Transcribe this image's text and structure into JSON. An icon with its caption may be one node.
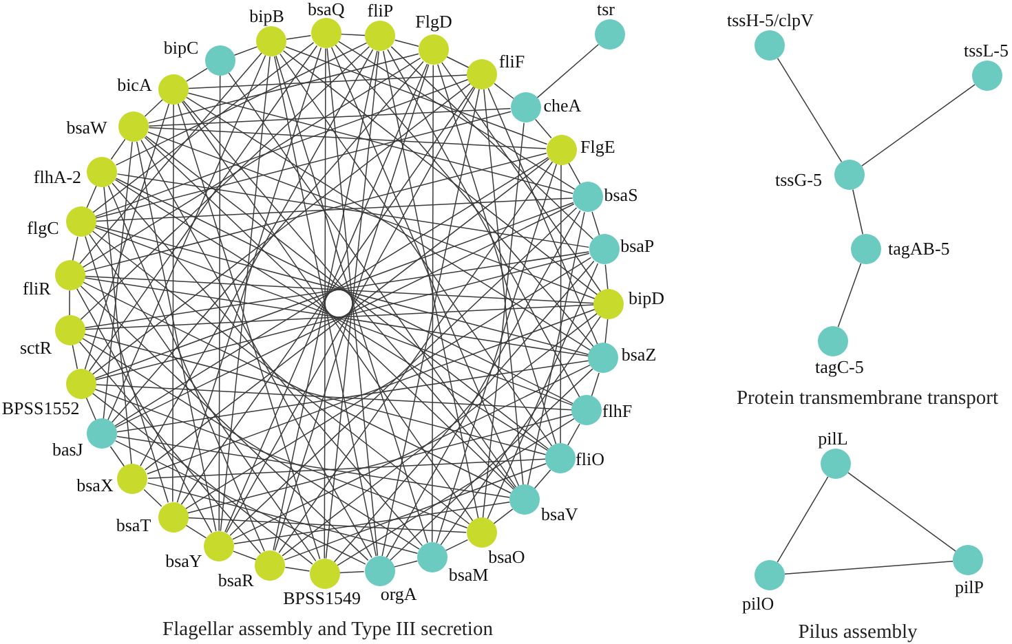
{
  "diagram": {
    "nodes": [
      {
        "text": [
          "bipC"
        ]
      },
      {
        "text": [
          "bipB"
        ]
      },
      {
        "text": [
          "bsaQ"
        ]
      },
      {
        "text": [
          "fliP"
        ]
      },
      {
        "text": [
          "FlgD"
        ]
      },
      {
        "text": [
          "fliF"
        ]
      },
      {
        "text": [
          "cheA"
        ]
      },
      {
        "text": [
          "FlgE"
        ]
      },
      {
        "text": [
          "bsaS"
        ]
      },
      {
        "text": [
          "bsaP"
        ]
      },
      {
        "text": [
          "bipD"
        ]
      },
      {
        "text": [
          "bsaZ"
        ]
      },
      {
        "text": [
          "flhF"
        ]
      },
      {
        "text": [
          "fliO"
        ]
      },
      {
        "text": [
          "bsaV"
        ]
      },
      {
        "text": [
          "bsaO"
        ]
      },
      {
        "text": [
          "bsaM"
        ]
      },
      {
        "text": [
          "orgA"
        ]
      },
      {
        "text": [
          "BPSS1549"
        ]
      },
      {
        "text": [
          "bsaR"
        ]
      },
      {
        "text": [
          "bsaY"
        ]
      },
      {
        "text": [
          "bsaT"
        ]
      },
      {
        "text": [
          "bsaX"
        ]
      },
      {
        "text": [
          "basJ"
        ]
      },
      {
        "text": [
          "BPSS1552"
        ]
      },
      {
        "text": [
          "sctR"
        ]
      },
      {
        "text": [
          "fliR"
        ]
      },
      {
        "text": [
          "flgC"
        ]
      },
      {
        "text": [
          "flhA-2"
        ]
      },
      {
        "text": [
          "bsaW"
        ]
      },
      {
        "text": [
          "bicA"
        ]
      },
      {
        "text": [
          "tsr"
        ]
      },
      {
        "text": [
          "tssH-5/clpV"
        ]
      },
      {
        "text": [
          "tssL-5"
        ]
      },
      {
        "text": [
          "tssG-5"
        ]
      },
      {
        "text": [
          "tagAB-5"
        ]
      },
      {
        "text": [
          "tagC-5"
        ]
      },
      {
        "text": [
          "pilL"
        ]
      },
      {
        "text": [
          "pilO"
        ]
      },
      {
        "text": [
          "pilP"
        ]
      }
    ],
    "edges": [
      {
        "from": 1,
        "to": 2,
        "arrow": "none"
      },
      {
        "from": 1,
        "to": 7,
        "arrow": "none"
      },
      {
        "from": 1,
        "to": 10,
        "arrow": "none"
      },
      {
        "from": 1,
        "to": 13,
        "arrow": "none"
      },
      {
        "from": 1,
        "to": 16,
        "arrow": "none"
      },
      {
        "from": 2,
        "to": 3,
        "arrow": "none"
      },
      {
        "from": 2,
        "to": 8,
        "arrow": "none"
      },
      {
        "from": 2,
        "to": 11,
        "arrow": "none"
      },
      {
        "from": 2,
        "to": 14,
        "arrow": "none"
      },
      {
        "from": 2,
        "to": 17,
        "arrow": "none"
      },
      {
        "from": 3,
        "to": 4,
        "arrow": "none"
      },
      {
        "from": 3,
        "to": 9,
        "arrow": "none"
      },
      {
        "from": 3,
        "to": 12,
        "arrow": "none"
      },
      {
        "from": 3,
        "to": 15,
        "arrow": "none"
      },
      {
        "from": 3,
        "to": 18,
        "arrow": "none"
      },
      {
        "from": 4,
        "to": 5,
        "arrow": "none"
      },
      {
        "from": 4,
        "to": 10,
        "arrow": "none"
      },
      {
        "from": 4,
        "to": 13,
        "arrow": "none"
      },
      {
        "from": 4,
        "to": 16,
        "arrow": "none"
      },
      {
        "from": 4,
        "to": 19,
        "arrow": "none"
      },
      {
        "from": 5,
        "to": 11,
        "arrow": "none"
      },
      {
        "from": 5,
        "to": 14,
        "arrow": "none"
      },
      {
        "from": 5,
        "to": 17,
        "arrow": "none"
      },
      {
        "from": 5,
        "to": 20,
        "arrow": "none"
      },
      {
        "from": 7,
        "to": 8,
        "arrow": "none"
      },
      {
        "from": 7,
        "to": 13,
        "arrow": "none"
      },
      {
        "from": 7,
        "to": 16,
        "arrow": "none"
      },
      {
        "from": 7,
        "to": 19,
        "arrow": "none"
      },
      {
        "from": 7,
        "to": 22,
        "arrow": "none"
      },
      {
        "from": 8,
        "to": 9,
        "arrow": "none"
      },
      {
        "from": 8,
        "to": 14,
        "arrow": "none"
      },
      {
        "from": 8,
        "to": 17,
        "arrow": "none"
      },
      {
        "from": 8,
        "to": 20,
        "arrow": "none"
      },
      {
        "from": 8,
        "to": 23,
        "arrow": "none"
      },
      {
        "from": 9,
        "to": 10,
        "arrow": "none"
      },
      {
        "from": 9,
        "to": 15,
        "arrow": "none"
      },
      {
        "from": 9,
        "to": 18,
        "arrow": "none"
      },
      {
        "from": 9,
        "to": 21,
        "arrow": "none"
      },
      {
        "from": 9,
        "to": 24,
        "arrow": "none"
      },
      {
        "from": 10,
        "to": 11,
        "arrow": "none"
      },
      {
        "from": 10,
        "to": 16,
        "arrow": "none"
      },
      {
        "from": 10,
        "to": 19,
        "arrow": "none"
      },
      {
        "from": 10,
        "to": 22,
        "arrow": "none"
      },
      {
        "from": 10,
        "to": 25,
        "arrow": "none"
      },
      {
        "from": 11,
        "to": 12,
        "arrow": "none"
      },
      {
        "from": 11,
        "to": 17,
        "arrow": "none"
      },
      {
        "from": 11,
        "to": 20,
        "arrow": "none"
      },
      {
        "from": 11,
        "to": 23,
        "arrow": "none"
      },
      {
        "from": 11,
        "to": 26,
        "arrow": "none"
      },
      {
        "from": 12,
        "to": 13,
        "arrow": "none"
      },
      {
        "from": 12,
        "to": 18,
        "arrow": "none"
      },
      {
        "from": 12,
        "to": 21,
        "arrow": "none"
      },
      {
        "from": 12,
        "to": 24,
        "arrow": "none"
      },
      {
        "from": 12,
        "to": 27,
        "arrow": "none"
      },
      {
        "from": 13,
        "to": 14,
        "arrow": "none"
      },
      {
        "from": 13,
        "to": 19,
        "arrow": "none"
      },
      {
        "from": 13,
        "to": 22,
        "arrow": "none"
      },
      {
        "from": 13,
        "to": 25,
        "arrow": "none"
      },
      {
        "from": 13,
        "to": 28,
        "arrow": "none"
      },
      {
        "from": 14,
        "to": 15,
        "arrow": "none"
      },
      {
        "from": 14,
        "to": 20,
        "arrow": "none"
      },
      {
        "from": 14,
        "to": 23,
        "arrow": "none"
      },
      {
        "from": 14,
        "to": 26,
        "arrow": "none"
      },
      {
        "from": 14,
        "to": 29,
        "arrow": "none"
      },
      {
        "from": 15,
        "to": 16,
        "arrow": "none"
      },
      {
        "from": 15,
        "to": 21,
        "arrow": "none"
      },
      {
        "from": 15,
        "to": 24,
        "arrow": "none"
      },
      {
        "from": 15,
        "to": 27,
        "arrow": "none"
      },
      {
        "from": 15,
        "to": 30,
        "arrow": "none"
      },
      {
        "from": 16,
        "to": 17,
        "arrow": "none"
      },
      {
        "from": 16,
        "to": 22,
        "arrow": "none"
      },
      {
        "from": 16,
        "to": 25,
        "arrow": "none"
      },
      {
        "from": 16,
        "to": 28,
        "arrow": "none"
      },
      {
        "from": 17,
        "to": 18,
        "arrow": "none"
      },
      {
        "from": 17,
        "to": 23,
        "arrow": "none"
      },
      {
        "from": 17,
        "to": 26,
        "arrow": "none"
      },
      {
        "from": 17,
        "to": 29,
        "arrow": "none"
      },
      {
        "from": 17,
        "to": 1,
        "arrow": "none"
      },
      {
        "from": 18,
        "to": 19,
        "arrow": "none"
      },
      {
        "from": 18,
        "to": 24,
        "arrow": "none"
      },
      {
        "from": 18,
        "to": 27,
        "arrow": "none"
      },
      {
        "from": 18,
        "to": 30,
        "arrow": "none"
      },
      {
        "from": 18,
        "to": 2,
        "arrow": "none"
      },
      {
        "from": 19,
        "to": 20,
        "arrow": "none"
      },
      {
        "from": 19,
        "to": 25,
        "arrow": "none"
      },
      {
        "from": 19,
        "to": 28,
        "arrow": "none"
      },
      {
        "from": 19,
        "to": 3,
        "arrow": "none"
      },
      {
        "from": 20,
        "to": 21,
        "arrow": "none"
      },
      {
        "from": 20,
        "to": 26,
        "arrow": "none"
      },
      {
        "from": 20,
        "to": 29,
        "arrow": "none"
      },
      {
        "from": 20,
        "to": 1,
        "arrow": "none"
      },
      {
        "from": 20,
        "to": 4,
        "arrow": "none"
      },
      {
        "from": 21,
        "to": 22,
        "arrow": "none"
      },
      {
        "from": 21,
        "to": 27,
        "arrow": "none"
      },
      {
        "from": 21,
        "to": 30,
        "arrow": "none"
      },
      {
        "from": 21,
        "to": 2,
        "arrow": "none"
      },
      {
        "from": 21,
        "to": 5,
        "arrow": "none"
      },
      {
        "from": 22,
        "to": 23,
        "arrow": "none"
      },
      {
        "from": 22,
        "to": 28,
        "arrow": "none"
      },
      {
        "from": 22,
        "to": 3,
        "arrow": "none"
      },
      {
        "from": 23,
        "to": 24,
        "arrow": "none"
      },
      {
        "from": 23,
        "to": 29,
        "arrow": "none"
      },
      {
        "from": 23,
        "to": 1,
        "arrow": "none"
      },
      {
        "from": 23,
        "to": 4,
        "arrow": "none"
      },
      {
        "from": 23,
        "to": 7,
        "arrow": "none"
      },
      {
        "from": 24,
        "to": 25,
        "arrow": "none"
      },
      {
        "from": 24,
        "to": 30,
        "arrow": "none"
      },
      {
        "from": 24,
        "to": 2,
        "arrow": "none"
      },
      {
        "from": 24,
        "to": 5,
        "arrow": "none"
      },
      {
        "from": 24,
        "to": 8,
        "arrow": "none"
      },
      {
        "from": 25,
        "to": 26,
        "arrow": "none"
      },
      {
        "from": 25,
        "to": 3,
        "arrow": "none"
      },
      {
        "from": 25,
        "to": 9,
        "arrow": "none"
      },
      {
        "from": 26,
        "to": 27,
        "arrow": "none"
      },
      {
        "from": 26,
        "to": 1,
        "arrow": "none"
      },
      {
        "from": 26,
        "to": 4,
        "arrow": "none"
      },
      {
        "from": 26,
        "to": 7,
        "arrow": "none"
      },
      {
        "from": 26,
        "to": 10,
        "arrow": "none"
      },
      {
        "from": 27,
        "to": 28,
        "arrow": "none"
      },
      {
        "from": 27,
        "to": 2,
        "arrow": "none"
      },
      {
        "from": 27,
        "to": 5,
        "arrow": "none"
      },
      {
        "from": 27,
        "to": 8,
        "arrow": "none"
      },
      {
        "from": 27,
        "to": 11,
        "arrow": "none"
      },
      {
        "from": 28,
        "to": 29,
        "arrow": "none"
      },
      {
        "from": 28,
        "to": 3,
        "arrow": "none"
      },
      {
        "from": 28,
        "to": 9,
        "arrow": "none"
      },
      {
        "from": 28,
        "to": 12,
        "arrow": "none"
      },
      {
        "from": 29,
        "to": 30,
        "arrow": "none"
      },
      {
        "from": 29,
        "to": 4,
        "arrow": "none"
      },
      {
        "from": 29,
        "to": 7,
        "arrow": "none"
      },
      {
        "from": 29,
        "to": 10,
        "arrow": "none"
      },
      {
        "from": 29,
        "to": 13,
        "arrow": "none"
      },
      {
        "from": 30,
        "to": 5,
        "arrow": "none"
      },
      {
        "from": 30,
        "to": 8,
        "arrow": "none"
      },
      {
        "from": 30,
        "to": 11,
        "arrow": "none"
      },
      {
        "from": 30,
        "to": 14,
        "arrow": "none"
      },
      {
        "from": 6,
        "to": 5,
        "arrow": "none"
      },
      {
        "from": 6,
        "to": 7,
        "arrow": "none"
      },
      {
        "from": 6,
        "to": 15,
        "arrow": "none"
      },
      {
        "from": 6,
        "to": 27,
        "arrow": "none"
      },
      {
        "from": 6,
        "to": 29,
        "arrow": "none"
      },
      {
        "from": 0,
        "to": 1,
        "arrow": "none"
      },
      {
        "from": 0,
        "to": 30,
        "arrow": "none"
      },
      {
        "from": 0,
        "to": 14,
        "arrow": "none"
      },
      {
        "from": 0,
        "to": 20,
        "arrow": "none"
      },
      {
        "from": 31,
        "to": 6,
        "arrow": "none"
      },
      {
        "from": 32,
        "to": 34,
        "arrow": "none"
      },
      {
        "from": 33,
        "to": 34,
        "arrow": "none"
      },
      {
        "from": 34,
        "to": 35,
        "arrow": "none"
      },
      {
        "from": 35,
        "to": 36,
        "arrow": "none"
      },
      {
        "from": 37,
        "to": 38,
        "arrow": "none"
      },
      {
        "from": 37,
        "to": 39,
        "arrow": "none"
      },
      {
        "from": 38,
        "to": 39,
        "arrow": "none"
      }
    ],
    "labels": [
      "Flagellar assembly and Type III secretion",
      "Protein transmembrane transport",
      "Pilus assembly"
    ]
  }
}
